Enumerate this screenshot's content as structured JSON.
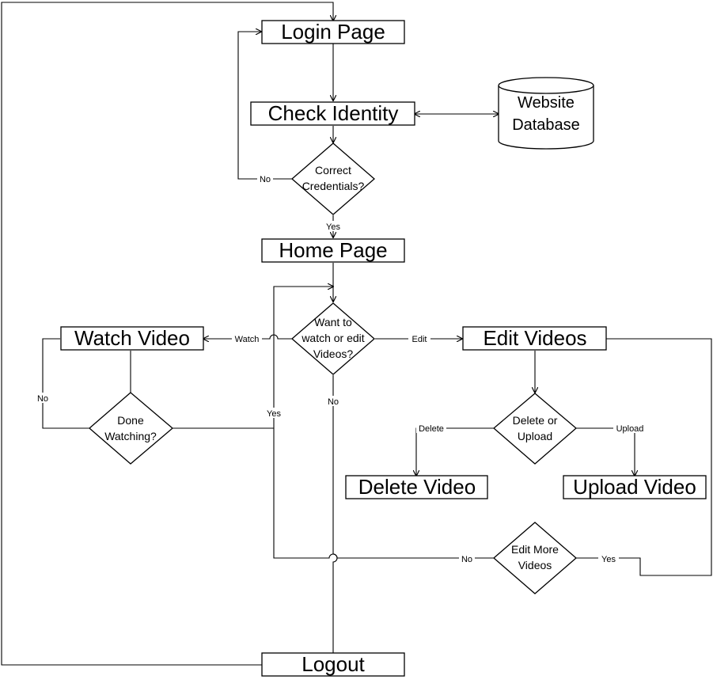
{
  "nodes": {
    "login": "Login Page",
    "check": "Check Identity",
    "db_line1": "Website",
    "db_line2": "Database",
    "cred_line1": "Correct",
    "cred_line2": "Credentials?",
    "home": "Home Page",
    "want_line1": "Want to",
    "want_line2": "watch or edit",
    "want_line3": "Videos?",
    "watch": "Watch Video",
    "done_line1": "Done",
    "done_line2": "Watching?",
    "edit": "Edit Videos",
    "delup_line1": "Delete or",
    "delup_line2": "Upload",
    "delete": "Delete Video",
    "upload": "Upload Video",
    "more_line1": "Edit More",
    "more_line2": "Videos",
    "logout": "Logout"
  },
  "edge_labels": {
    "cred_no": "No",
    "cred_yes": "Yes",
    "want_watch": "Watch",
    "want_edit": "Edit",
    "want_no": "No",
    "done_no": "No",
    "done_yes": "Yes",
    "delup_delete": "Delete",
    "delup_upload": "Upload",
    "more_no": "No",
    "more_yes": "Yes"
  }
}
